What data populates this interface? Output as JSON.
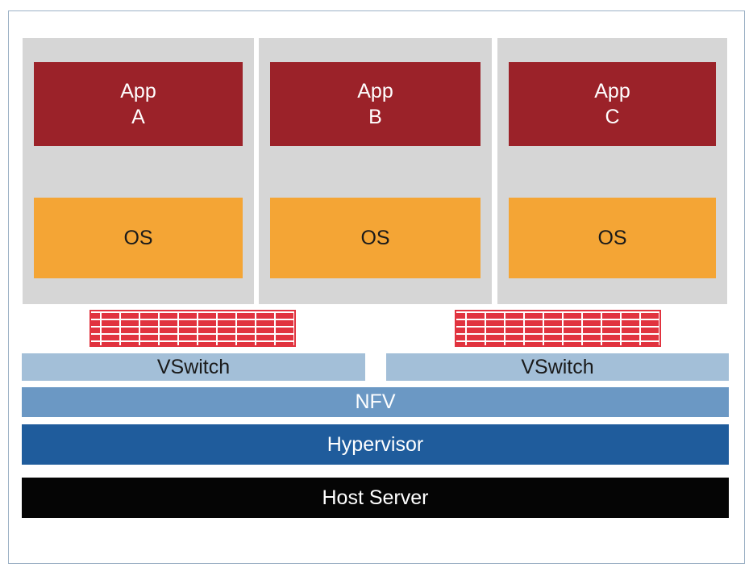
{
  "vms": [
    {
      "app_line1": "App",
      "app_line2": "A",
      "os": "OS"
    },
    {
      "app_line1": "App",
      "app_line2": "B",
      "os": "OS"
    },
    {
      "app_line1": "App",
      "app_line2": "C",
      "os": "OS"
    }
  ],
  "vswitches": [
    "VSwitch",
    "VSwitch"
  ],
  "layers": {
    "nfv": "NFV",
    "hypervisor": "Hypervisor",
    "host_server": "Host Server"
  },
  "colors": {
    "app": "#9b2229",
    "os": "#f4a535",
    "vm_bg": "#d6d6d6",
    "firewall": "#e1333f",
    "vswitch": "#a3bfd8",
    "nfv": "#6b98c4",
    "hypervisor": "#1f5c9c",
    "host_server": "#050505"
  }
}
